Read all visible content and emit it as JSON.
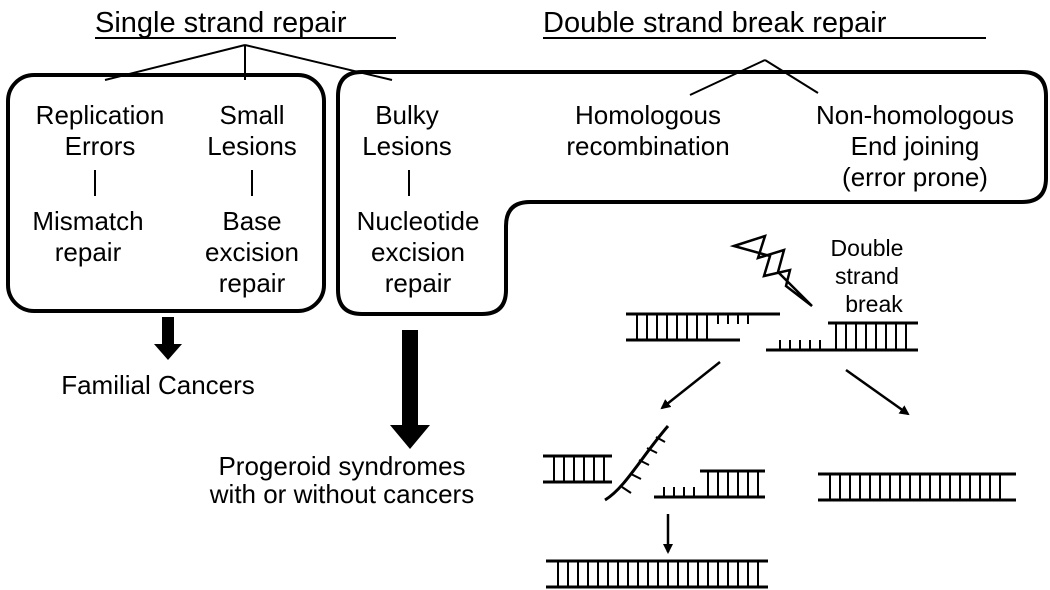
{
  "titles": {
    "single": "Single strand repair",
    "double": "Double strand  break repair"
  },
  "single_box": {
    "replication_errors": [
      "Replication",
      "Errors"
    ],
    "small_lesions": [
      "Small",
      "Lesions"
    ],
    "mismatch_repair": [
      "Mismatch",
      "repair"
    ],
    "base_excision_repair": [
      "Base",
      "excision",
      "repair"
    ]
  },
  "double_box": {
    "bulky_lesions": [
      "Bulky",
      "Lesions"
    ],
    "nucleotide_excision_repair": [
      "Nucleotide",
      "excision",
      "repair"
    ],
    "homologous_recombination": [
      "Homologous",
      "recombination"
    ],
    "non_homologous_end_joining": [
      "Non-homologous",
      "End joining",
      "(error prone)"
    ]
  },
  "outcomes": {
    "familial_cancers": "Familial Cancers",
    "progeroid": [
      "Progeroid syndromes",
      "with or without cancers"
    ]
  },
  "dsb_label": [
    "Double",
    "strand",
    "break"
  ]
}
